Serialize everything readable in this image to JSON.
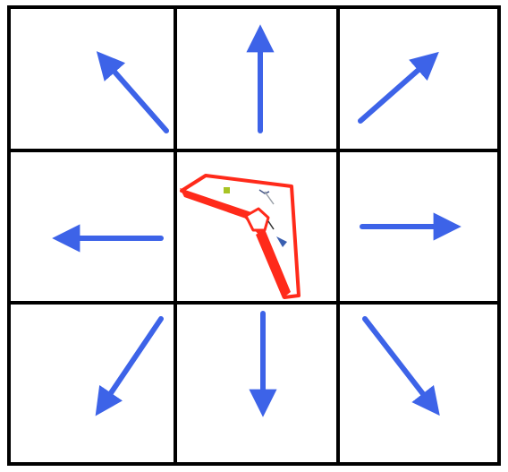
{
  "diagram": {
    "layout": "3x3 grid",
    "center_cell": {
      "content": "flying-wing-drone-image"
    },
    "arrows": [
      {
        "cell": "top-left",
        "direction": "up-left"
      },
      {
        "cell": "top-center",
        "direction": "up"
      },
      {
        "cell": "top-right",
        "direction": "up-right"
      },
      {
        "cell": "middle-left",
        "direction": "left"
      },
      {
        "cell": "middle-right",
        "direction": "right"
      },
      {
        "cell": "bottom-left",
        "direction": "down-left"
      },
      {
        "cell": "bottom-center",
        "direction": "down"
      },
      {
        "cell": "bottom-right",
        "direction": "down-right"
      }
    ],
    "colors": {
      "arrow": "#3d63e8",
      "grid_line": "#000000",
      "cell_fill": "#ffffff",
      "drone_outline": "#ff2a1a",
      "drone_body": "#ffffff"
    }
  }
}
